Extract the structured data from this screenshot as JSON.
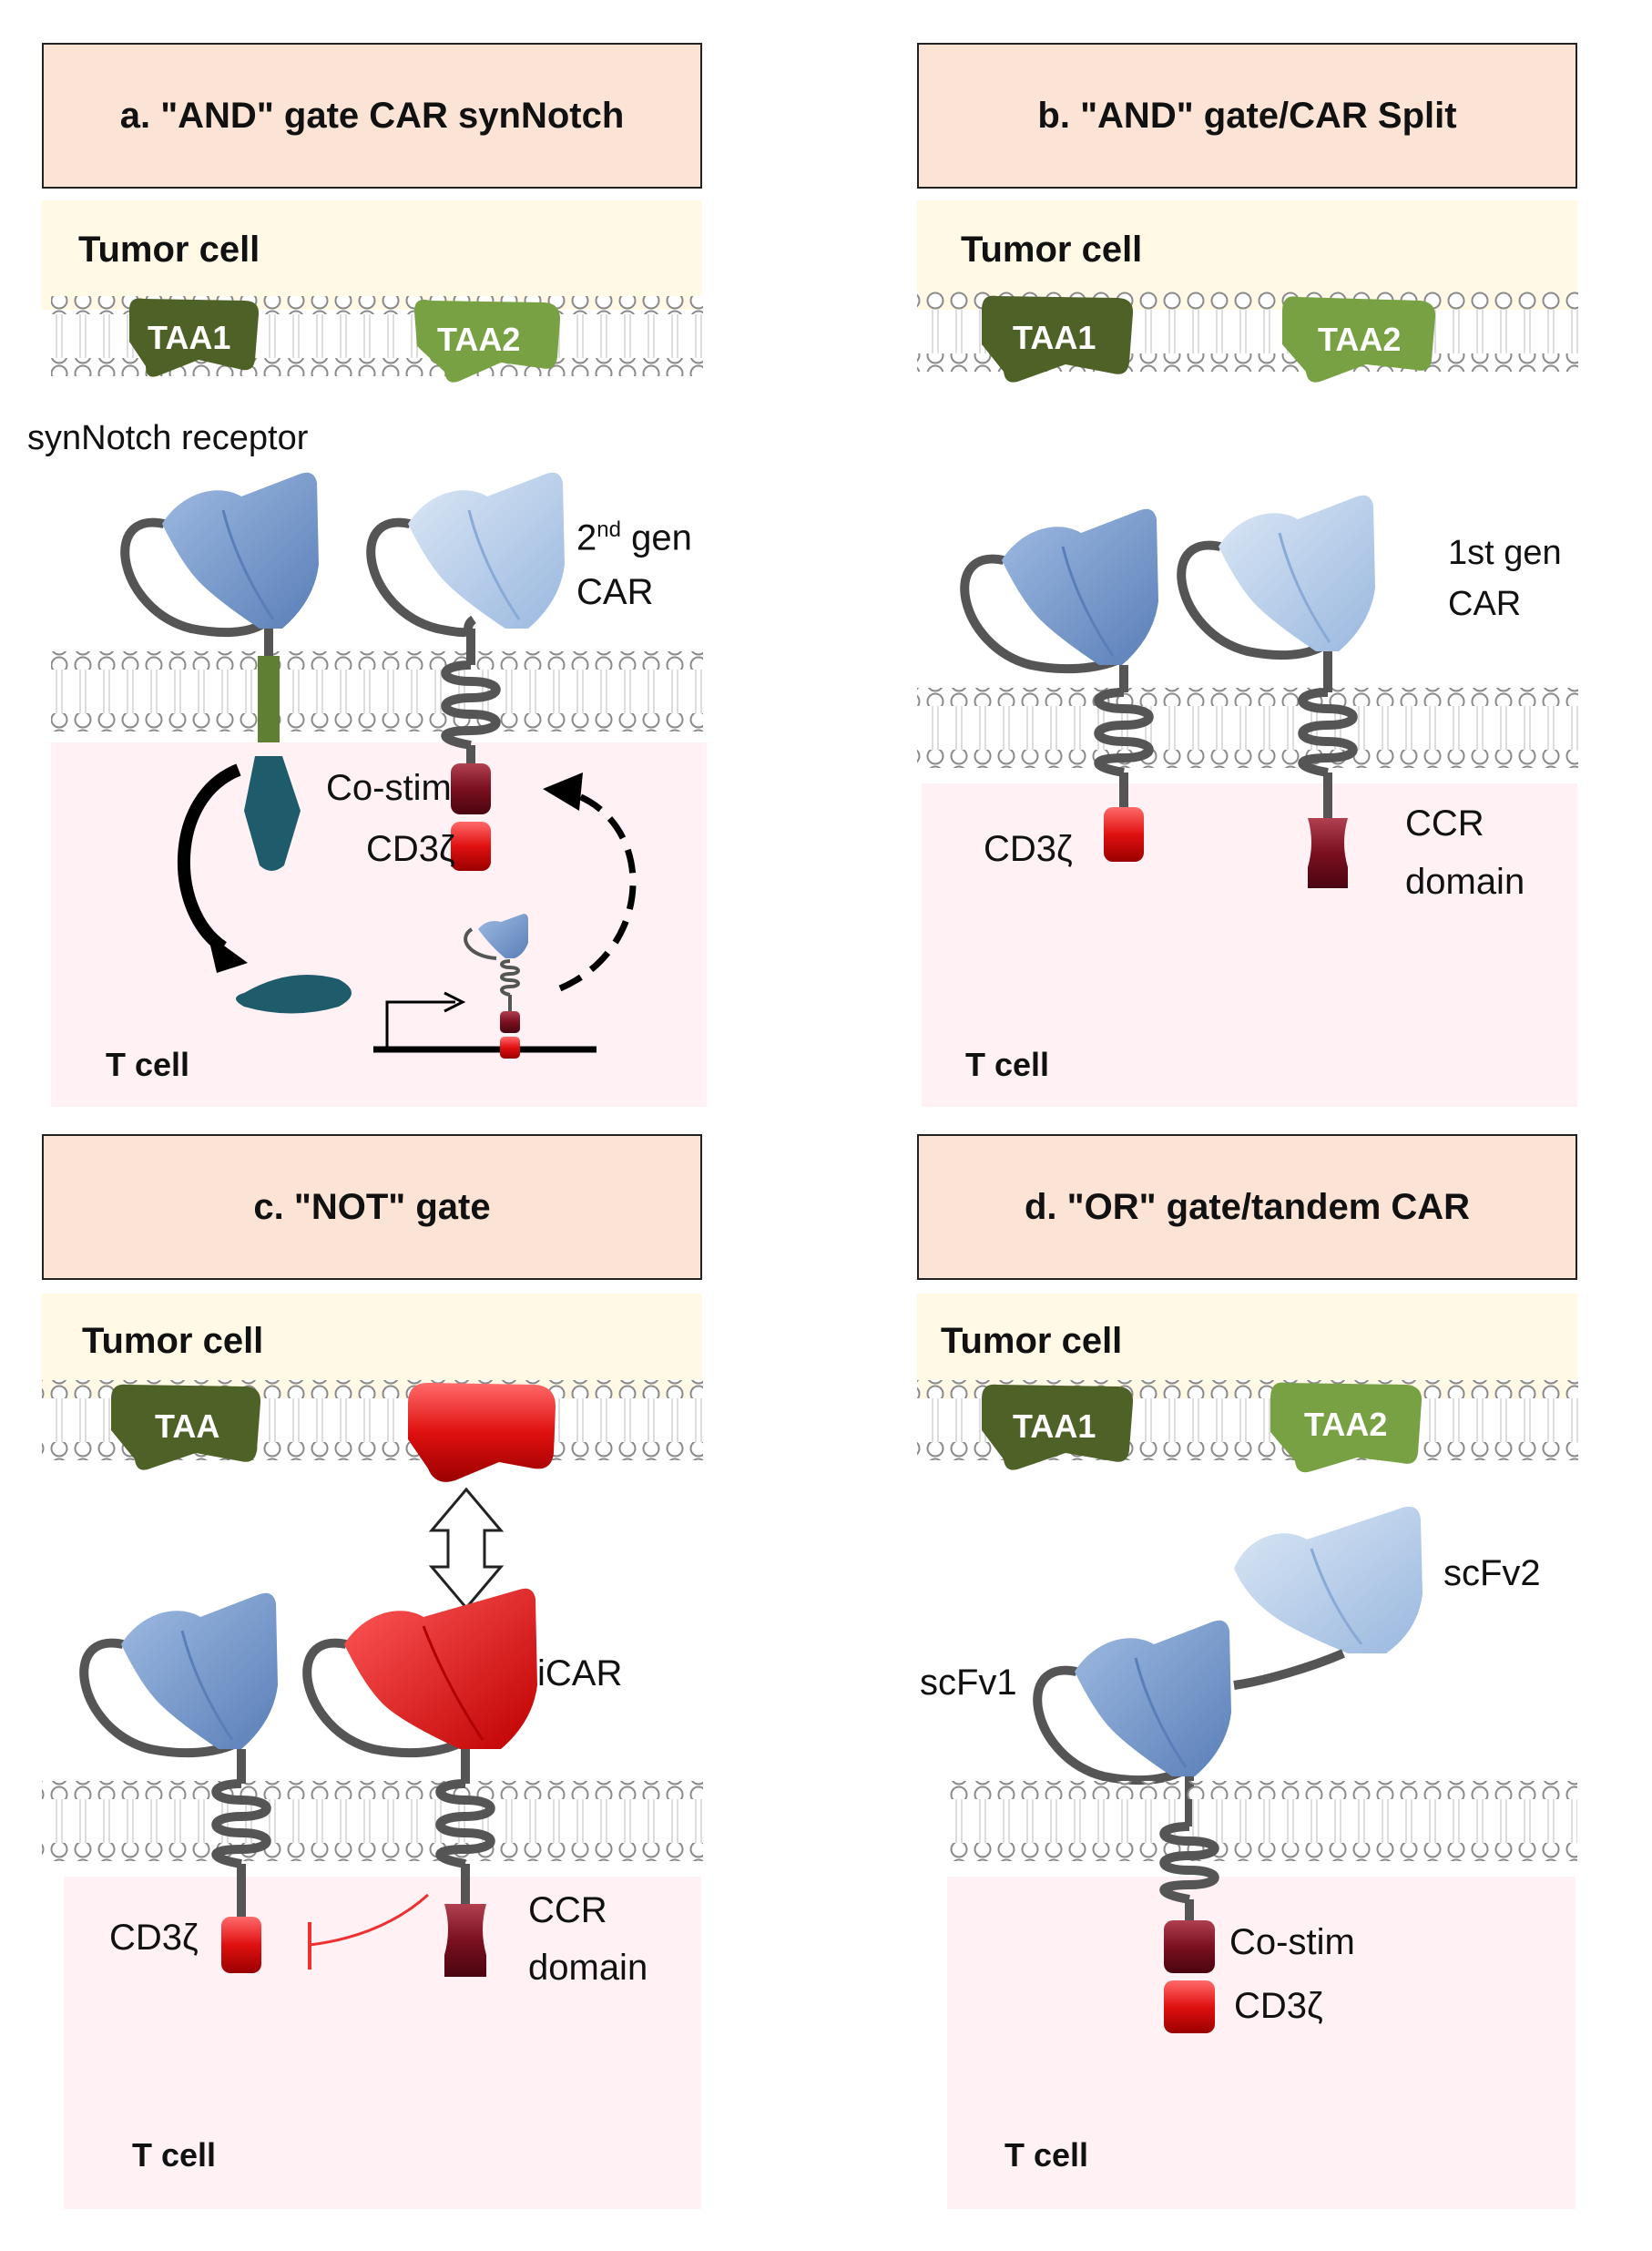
{
  "colors": {
    "title_fill": "#fbe4d5",
    "tumor_fill": "#fff9e6",
    "tcell_fill": "#fff1f4",
    "taa1": "#4e6228",
    "taa2": "#77a142",
    "scfv_dark": "#6d8fc3",
    "scfv_light": "#a9c4e6",
    "cd3z": "#e01010",
    "costim": "#7a1020",
    "teal": "#1f5c6b",
    "linker": "#555555"
  },
  "panels": {
    "a": {
      "title": "a.  \"AND\" gate CAR synNotch",
      "tumor": "Tumor cell",
      "taa1": "TAA1",
      "taa2": "TAA2",
      "synnotch": "synNotch receptor",
      "car_sup": "nd",
      "car_gen": "gen",
      "car_pre": "2",
      "car": "CAR",
      "costim": "Co-stim",
      "cd3z": "CD3ζ",
      "tcell": "T cell"
    },
    "b": {
      "title": "b. \"AND\" gate/CAR Split",
      "tumor": "Tumor cell",
      "taa1": "TAA1",
      "taa2": "TAA2",
      "car_gen": "1st gen",
      "car": "CAR",
      "cd3z": "CD3ζ",
      "ccr": "CCR",
      "domain": "domain",
      "tcell": "T cell"
    },
    "c": {
      "title": "c. \"NOT\" gate",
      "tumor": "Tumor cell",
      "taa": "TAA",
      "icar": "iCAR",
      "cd3z": "CD3ζ",
      "ccr": "CCR",
      "domain": "domain",
      "tcell": "T cell"
    },
    "d": {
      "title": "d. \"OR\" gate/tandem CAR",
      "tumor": "Tumor cell",
      "taa1": "TAA1",
      "taa2": "TAA2",
      "scfv1": "scFv1",
      "scfv2": "scFv2",
      "costim": "Co-stim",
      "cd3z": "CD3ζ",
      "tcell": "T cell"
    }
  }
}
